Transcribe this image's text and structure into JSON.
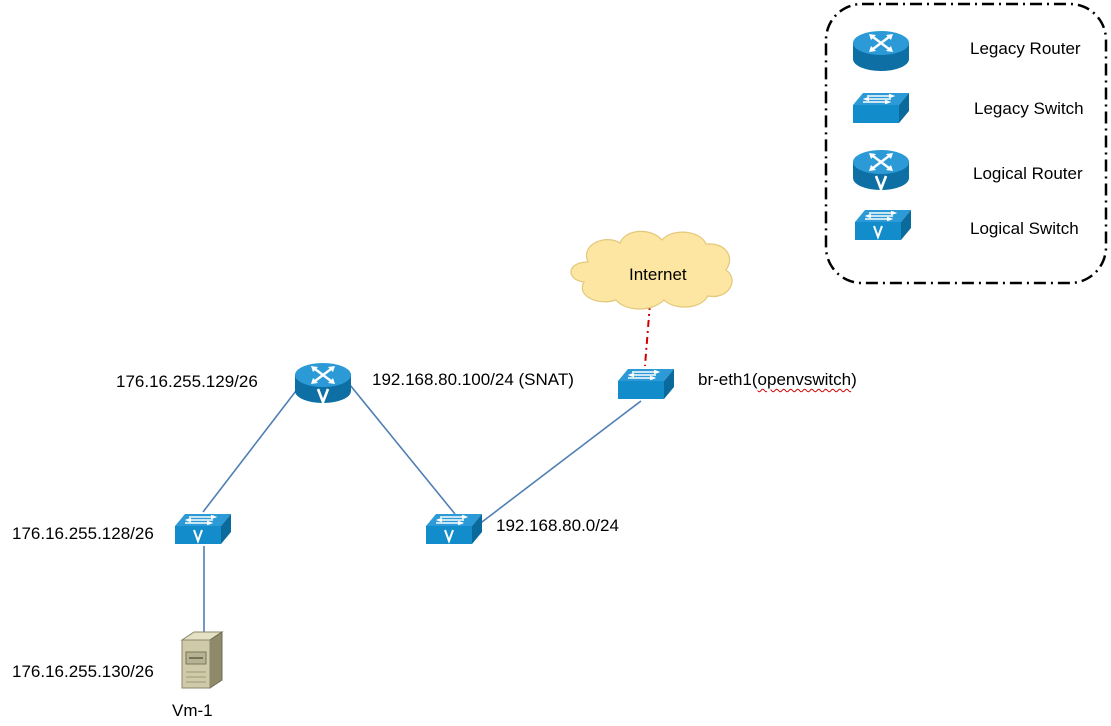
{
  "legend": {
    "items": [
      {
        "id": "legacy_router",
        "label": "Legacy Router",
        "icon": "legacy-router-icon"
      },
      {
        "id": "legacy_switch",
        "label": "Legacy Switch",
        "icon": "legacy-switch-icon"
      },
      {
        "id": "logical_router",
        "label": "Logical Router",
        "icon": "logical-router-icon"
      },
      {
        "id": "logical_switch",
        "label": "Logical Switch",
        "icon": "logical-switch-icon"
      }
    ]
  },
  "cloud": {
    "label": "Internet"
  },
  "nodes": {
    "router_left_ip": "176.16.255.129/26",
    "router_right_ip": "192.168.80.100/24 (SNAT)",
    "bridge_label_prefix": "br-eth1(",
    "bridge_label_word": "openvswitch",
    "bridge_label_suffix": ")",
    "switch_left_ip": "176.16.255.128/26",
    "switch_right_ip": "192.168.80.0/24",
    "vm_ip": "176.16.255.130/26",
    "vm_name": "Vm-1"
  },
  "colors": {
    "icon_blue": "#1f8fc8",
    "icon_dark": "#0d6fa3",
    "link_blue": "#4f7fb3",
    "internet_link": "#d00000",
    "cloud_fill": "#fde6a2",
    "legend_border": "#000000"
  }
}
